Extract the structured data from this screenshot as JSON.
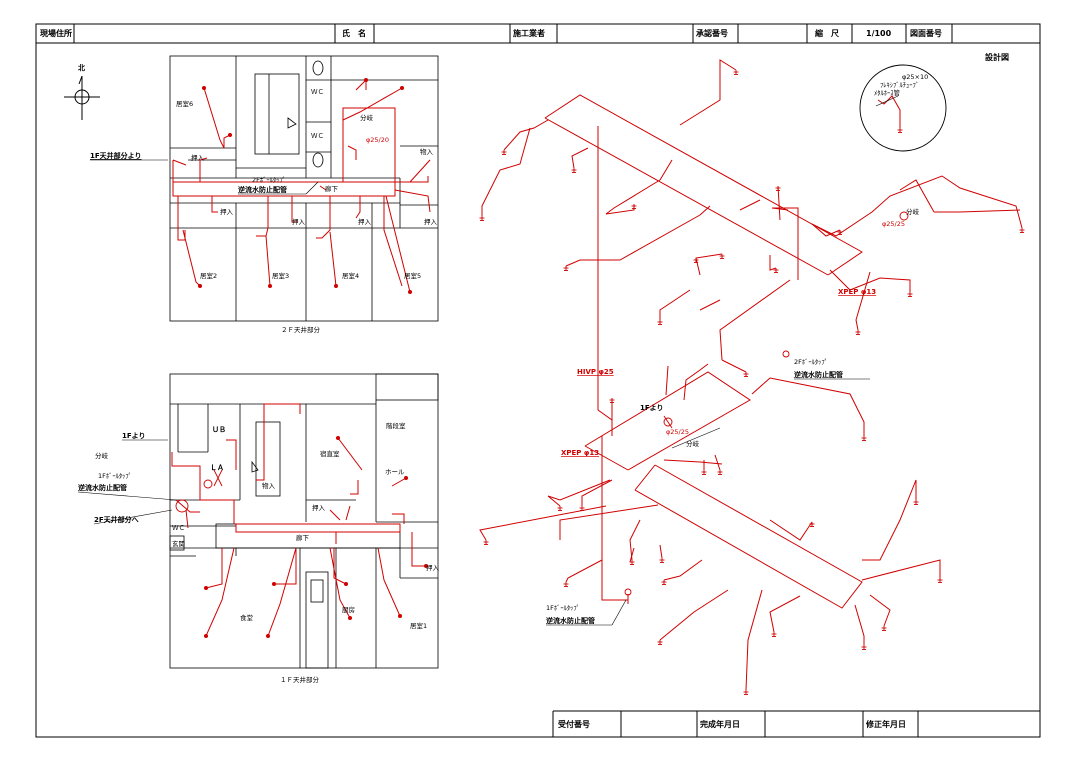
{
  "title_block": {
    "site_address_label": "現場住所",
    "owner_label": "氏　名",
    "contractor_label": "施工業者",
    "approval_no_label": "承認番号",
    "scale_label": "縮　尺",
    "scale_value": "1/100",
    "drawing_no_label": "図面番号"
  },
  "footer_block": {
    "receipt_no_label": "受付番号",
    "completion_date_label": "完成年月日",
    "revision_date_label": "修正年月日"
  },
  "design_label": "設計図",
  "north_label": "北",
  "floor2": {
    "caption": "２Ｆ天井部分",
    "from_1f_ceiling": "1F天井部分より",
    "ball_tap_label": "2Fﾎﾞｰﾙﾀｯﾌﾟ",
    "backflow_label": "逆流水防止配管",
    "reducer_label": "φ25/20",
    "valve_label": "分岐",
    "wc": "ＷＣ",
    "corridor": "廊下",
    "closet": "押入",
    "storage": "物入",
    "rooms": [
      "居室6",
      "居室2",
      "居室3",
      "居室4",
      "居室5"
    ]
  },
  "floor1": {
    "caption": "１Ｆ天井部分",
    "from_1f": "1Fより",
    "ball_tap_label": "1Fﾎﾞｰﾙﾀｯﾌﾟ",
    "backflow_label": "逆流水防止配管",
    "to_2f_ceiling": "2F天井部分へ",
    "ub": "ＵＢ",
    "la": "ＬＡ",
    "wc": "ＷＣ",
    "valve_label": "分岐",
    "staff_room": "宿直室",
    "corridor": "廊下",
    "closet": "押入",
    "storage": "物入",
    "hall": "ホール",
    "staircase": "階段室",
    "dining": "食堂",
    "kitchen": "厨房",
    "room1": "居室1",
    "entrance": "玄関"
  },
  "iso": {
    "spec_note_1": "φ25×10",
    "spec_note_2": "ﾌﾚｷｼﾌﾞﾙﾁｭｰﾌﾞ",
    "spec_note_3": "ﾒﾀﾙﾎｰｽ管",
    "valve_label_top": "分岐",
    "reducer_top": "φ25/25",
    "xpep_13": "XPEP φ13",
    "ball_tap_2f": "2Fﾎﾞｰﾙﾀｯﾌﾟ",
    "backflow_2f": "逆流水防止配管",
    "hivp_25": "HIVP φ25",
    "from_1f": "1Fより",
    "reducer_mid": "φ25/25",
    "valve_label_mid": "分岐",
    "xpep_13b": "XPEP φ13",
    "ball_tap_1f": "1Fﾎﾞｰﾙﾀｯﾌﾟ",
    "backflow_1f": "逆流水防止配管"
  },
  "colors": {
    "pipe": "#d00000",
    "line": "#000000"
  }
}
